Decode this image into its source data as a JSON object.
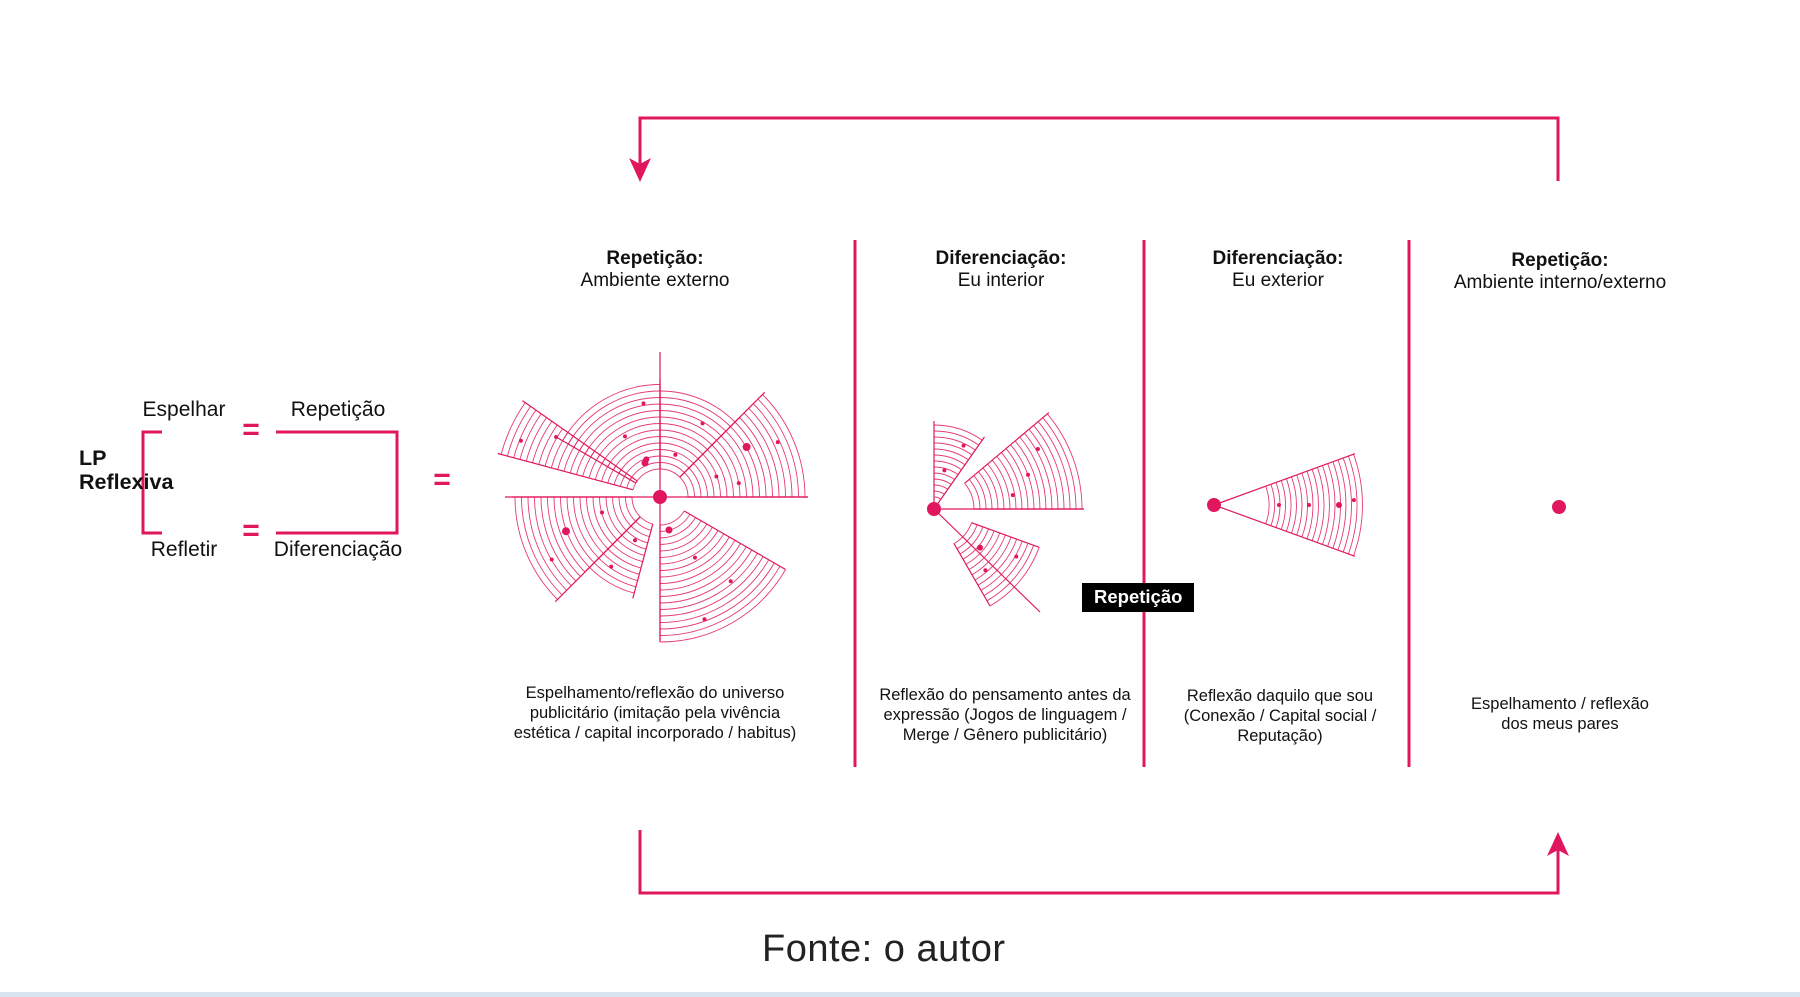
{
  "colors": {
    "accent": "#e0175e",
    "text": "#111111",
    "badge_bg": "#000000",
    "badge_text": "#ffffff"
  },
  "left": {
    "lp_line1": "LP",
    "lp_line2": "Reflexiva",
    "top_left": "Espelhar",
    "top_right": "Repetição",
    "bottom_left": "Refletir",
    "bottom_right": "Diferenciação",
    "eq_symbol": "="
  },
  "columns": [
    {
      "title": "Repetição:",
      "subtitle": "Ambiente externo",
      "desc": [
        "Espelhamento/reflexão do universo",
        "publicitário (imitação pela vivência",
        "estética / capital incorporado / habitus)"
      ]
    },
    {
      "title": "Diferenciação:",
      "subtitle": "Eu interior",
      "desc": [
        "Reflexão do pensamento antes da",
        "expressão (Jogos de linguagem /",
        "Merge / Gênero publicitário)"
      ]
    },
    {
      "title": "Diferenciação:",
      "subtitle": "Eu exterior",
      "desc": [
        "Reflexão daquilo que sou",
        "(Conexão / Capital social /",
        "Reputação)"
      ]
    },
    {
      "title": "Repetição:",
      "subtitle": "Ambiente interno/externo",
      "desc": [
        "Espelhamento / reflexão",
        "dos meus pares"
      ]
    }
  ],
  "badge": "Repetição",
  "source": "Fonte: o autor"
}
